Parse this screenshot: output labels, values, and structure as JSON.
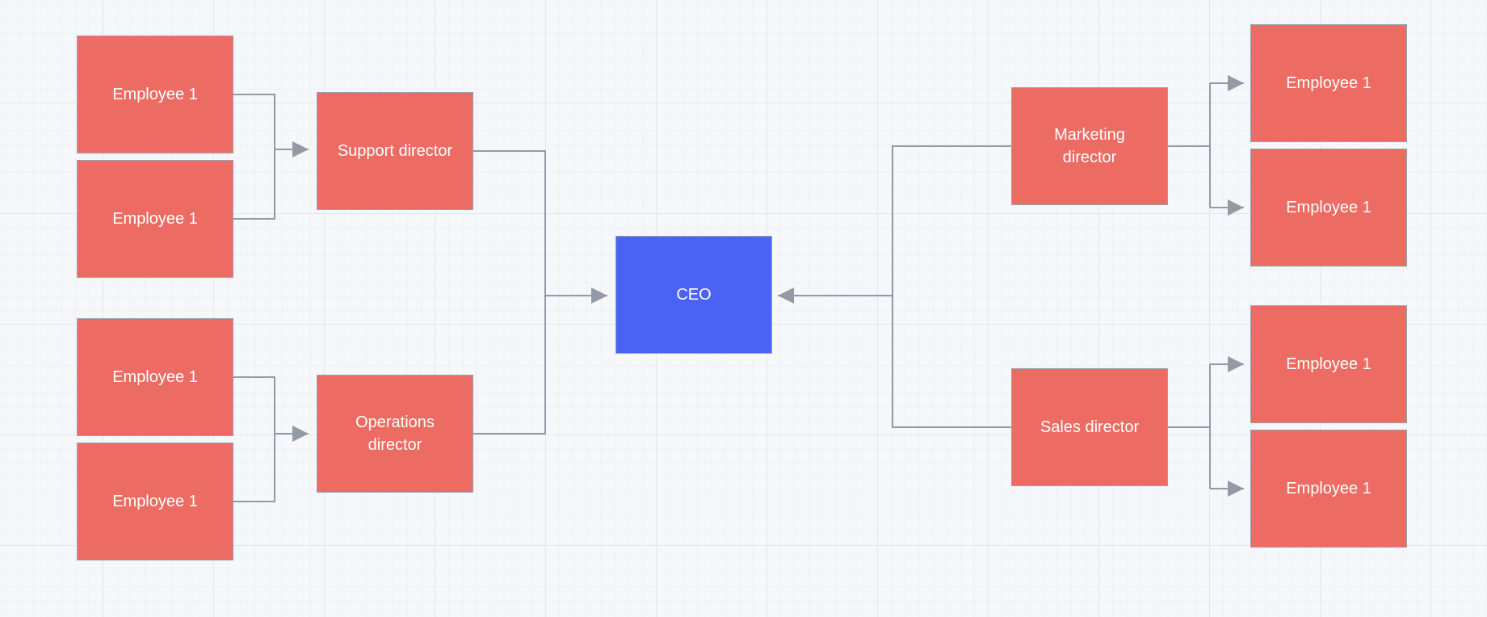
{
  "colors": {
    "employee_fill": "#ec6b62",
    "director_fill": "#ec6b62",
    "ceo_fill": "#4a63f5",
    "connector": "#939aa5",
    "node_border": "#9aa0ab",
    "text": "#ffffff"
  },
  "ceo": {
    "label": "CEO"
  },
  "directors": {
    "support": {
      "label": "Support director"
    },
    "operations": {
      "label": "Operations director"
    },
    "marketing": {
      "label": "Marketing director"
    },
    "sales": {
      "label": "Sales director"
    }
  },
  "employees": {
    "support": [
      "Employee 1",
      "Employee 1"
    ],
    "operations": [
      "Employee 1",
      "Employee 1"
    ],
    "marketing": [
      "Employee 1",
      "Employee 1"
    ],
    "sales": [
      "Employee 1",
      "Employee 1"
    ]
  }
}
